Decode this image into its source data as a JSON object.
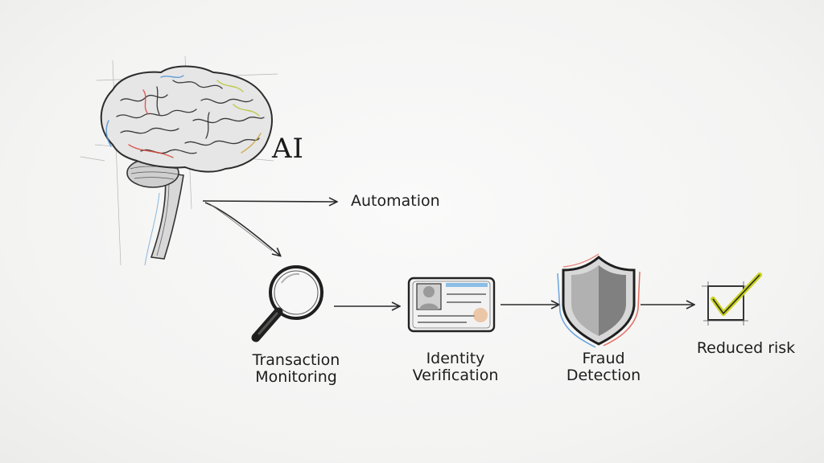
{
  "diagram": {
    "ai_label": "AI",
    "automation_label": "Automation",
    "steps": [
      {
        "id": "transaction-monitoring",
        "icon": "magnifying-glass-icon",
        "line1": "Transaction",
        "line2": "Monitoring"
      },
      {
        "id": "identity-verification",
        "icon": "id-card-icon",
        "line1": "Identity",
        "line2": "Verification"
      },
      {
        "id": "fraud-detection",
        "icon": "shield-icon",
        "line1": "Fraud",
        "line2": "Detection"
      },
      {
        "id": "reduced-risk",
        "icon": "checkbox-check-icon",
        "line1": "Reduced risk",
        "line2": ""
      }
    ],
    "colors": {
      "ink": "#2a2a2a",
      "check": "#c8d11a",
      "shield_red": "#e04a3c",
      "shield_blue": "#4a8fd6",
      "id_blue": "#7fb8e6",
      "id_orange": "#e6a36a"
    }
  }
}
